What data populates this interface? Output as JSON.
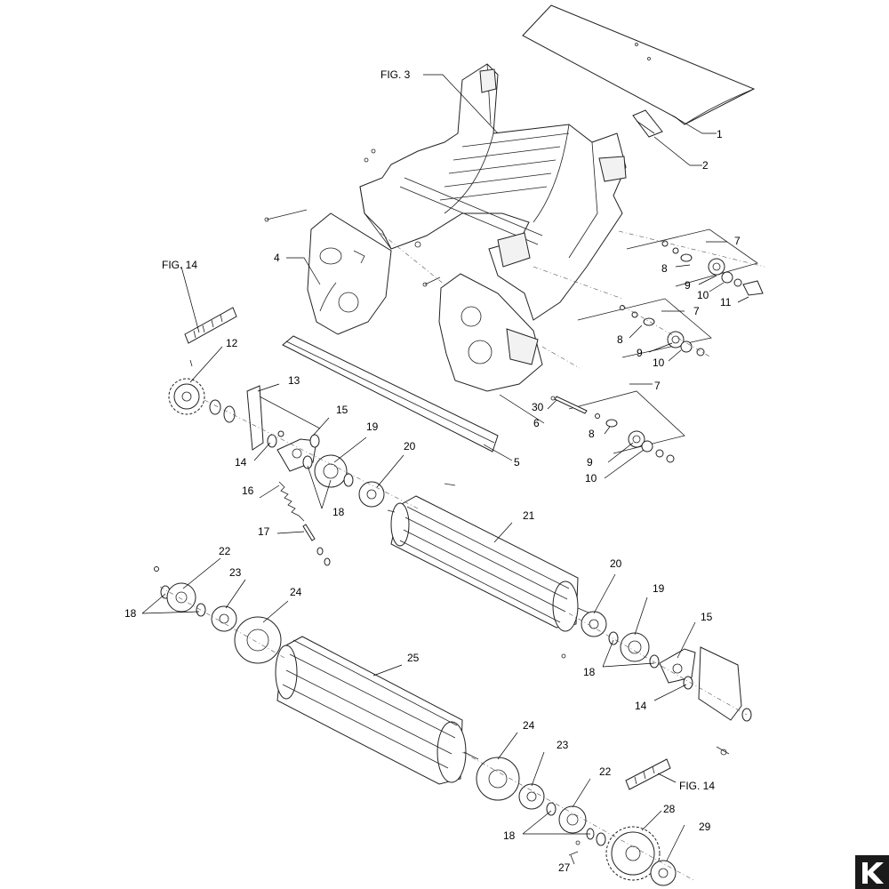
{
  "labels": {
    "fig3": "FIG. 3",
    "fig14_top": "FIG. 14",
    "fig14_bottom": "FIG. 14",
    "n1": "1",
    "n2": "2",
    "n4": "4",
    "n5": "5",
    "n6": "6",
    "n7a": "7",
    "n7b": "7",
    "n7c": "7",
    "n8a": "8",
    "n8b": "8",
    "n8c": "8",
    "n9a": "9",
    "n9b": "9",
    "n9c": "9",
    "n10a": "10",
    "n10b": "10",
    "n10c": "10",
    "n11": "11",
    "n12": "12",
    "n13": "13",
    "n14a": "14",
    "n14b": "14",
    "n15a": "15",
    "n15b": "15",
    "n16": "16",
    "n17": "17",
    "n18a": "18",
    "n18b": "18",
    "n18c": "18",
    "n18d": "18",
    "n19a": "19",
    "n19b": "19",
    "n20a": "20",
    "n20b": "20",
    "n21": "21",
    "n22a": "22",
    "n22b": "22",
    "n23a": "23",
    "n23b": "23",
    "n24a": "24",
    "n24b": "24",
    "n25": "25",
    "n27": "27",
    "n28": "28",
    "n29": "29",
    "n30": "30"
  },
  "colors": {
    "line": "#222222",
    "logo": "#1a1a1a"
  }
}
